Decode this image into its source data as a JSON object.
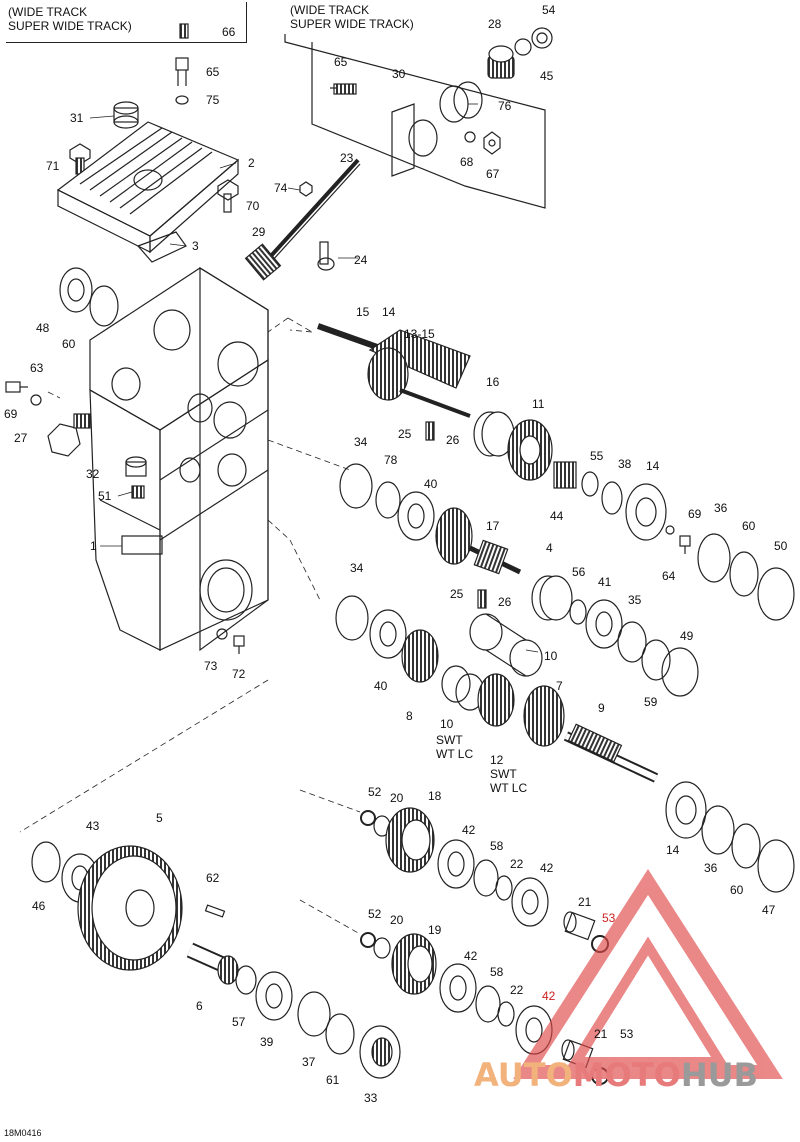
{
  "notes": {
    "wide_track_1": "(WIDE TRACK",
    "super_wide_1": "SUPER WIDE TRACK)",
    "wide_track_2": "(WIDE TRACK",
    "super_wide_2": "SUPER WIDE TRACK)",
    "swt_a": "SWT",
    "wt_lc_a": "WT LC",
    "swt_b": "SWT",
    "wt_lc_b": "WT LC"
  },
  "drawing_code": "18M0416",
  "watermark": {
    "part1": "AUTO",
    "part2": "MOTO",
    "part3": "HUB"
  },
  "colors": {
    "line": "#222222",
    "watermark_red": "#e04848",
    "watermark_orange": "#f2b27c",
    "watermark_grey": "#9a9a9a"
  },
  "callouts": [
    {
      "id": "c66",
      "text": "66"
    },
    {
      "id": "c65a",
      "text": "65"
    },
    {
      "id": "c75",
      "text": "75"
    },
    {
      "id": "c31",
      "text": "31"
    },
    {
      "id": "c71",
      "text": "71"
    },
    {
      "id": "c2",
      "text": "2"
    },
    {
      "id": "c70",
      "text": "70"
    },
    {
      "id": "c3",
      "text": "3"
    },
    {
      "id": "c28",
      "text": "28"
    },
    {
      "id": "c54",
      "text": "54"
    },
    {
      "id": "c45",
      "text": "45"
    },
    {
      "id": "c65b",
      "text": "65"
    },
    {
      "id": "c30",
      "text": "30"
    },
    {
      "id": "c76",
      "text": "76"
    },
    {
      "id": "c68",
      "text": "68"
    },
    {
      "id": "c67",
      "text": "67"
    },
    {
      "id": "c23",
      "text": "23"
    },
    {
      "id": "c74",
      "text": "74"
    },
    {
      "id": "c29",
      "text": "29"
    },
    {
      "id": "c24",
      "text": "24"
    },
    {
      "id": "c48",
      "text": "48"
    },
    {
      "id": "c60a",
      "text": "60"
    },
    {
      "id": "c63",
      "text": "63"
    },
    {
      "id": "c69a",
      "text": "69"
    },
    {
      "id": "c27",
      "text": "27"
    },
    {
      "id": "c32",
      "text": "32"
    },
    {
      "id": "c51",
      "text": "51"
    },
    {
      "id": "c1",
      "text": "1"
    },
    {
      "id": "c73",
      "text": "73"
    },
    {
      "id": "c72",
      "text": "72"
    },
    {
      "id": "c15",
      "text": "15"
    },
    {
      "id": "c14a",
      "text": "14"
    },
    {
      "id": "c1315",
      "text": "13-15"
    },
    {
      "id": "c16",
      "text": "16"
    },
    {
      "id": "c11",
      "text": "11"
    },
    {
      "id": "c25a",
      "text": "25"
    },
    {
      "id": "c26a",
      "text": "26"
    },
    {
      "id": "c34a",
      "text": "34"
    },
    {
      "id": "c78",
      "text": "78"
    },
    {
      "id": "c40a",
      "text": "40"
    },
    {
      "id": "c44",
      "text": "44"
    },
    {
      "id": "c55",
      "text": "55"
    },
    {
      "id": "c38",
      "text": "38"
    },
    {
      "id": "c14b",
      "text": "14"
    },
    {
      "id": "c17",
      "text": "17"
    },
    {
      "id": "c4",
      "text": "4"
    },
    {
      "id": "c69b",
      "text": "69"
    },
    {
      "id": "c36a",
      "text": "36"
    },
    {
      "id": "c60b",
      "text": "60"
    },
    {
      "id": "c50",
      "text": "50"
    },
    {
      "id": "c64",
      "text": "64"
    },
    {
      "id": "c34b",
      "text": "34"
    },
    {
      "id": "c25b",
      "text": "25"
    },
    {
      "id": "c26b",
      "text": "26"
    },
    {
      "id": "c56",
      "text": "56"
    },
    {
      "id": "c41",
      "text": "41"
    },
    {
      "id": "c35",
      "text": "35"
    },
    {
      "id": "c10a",
      "text": "10"
    },
    {
      "id": "c49",
      "text": "49"
    },
    {
      "id": "c40b",
      "text": "40"
    },
    {
      "id": "c59",
      "text": "59"
    },
    {
      "id": "c8",
      "text": "8"
    },
    {
      "id": "c10b",
      "text": "10"
    },
    {
      "id": "c7",
      "text": "7"
    },
    {
      "id": "c9",
      "text": "9"
    },
    {
      "id": "c12",
      "text": "12"
    },
    {
      "id": "c52a",
      "text": "52"
    },
    {
      "id": "c20a",
      "text": "20"
    },
    {
      "id": "c18",
      "text": "18"
    },
    {
      "id": "c42a",
      "text": "42"
    },
    {
      "id": "c58a",
      "text": "58"
    },
    {
      "id": "c22a",
      "text": "22"
    },
    {
      "id": "c42b",
      "text": "42"
    },
    {
      "id": "c14c",
      "text": "14"
    },
    {
      "id": "c36b",
      "text": "36"
    },
    {
      "id": "c60c",
      "text": "60"
    },
    {
      "id": "c47",
      "text": "47"
    },
    {
      "id": "c43",
      "text": "43"
    },
    {
      "id": "c5",
      "text": "5"
    },
    {
      "id": "c46",
      "text": "46"
    },
    {
      "id": "c62",
      "text": "62"
    },
    {
      "id": "c21a",
      "text": "21"
    },
    {
      "id": "c53a",
      "text": "53"
    },
    {
      "id": "c52b",
      "text": "52"
    },
    {
      "id": "c20b",
      "text": "20"
    },
    {
      "id": "c19",
      "text": "19"
    },
    {
      "id": "c42c",
      "text": "42"
    },
    {
      "id": "c58b",
      "text": "58"
    },
    {
      "id": "c22b",
      "text": "22"
    },
    {
      "id": "c42d",
      "text": "42"
    },
    {
      "id": "c6",
      "text": "6"
    },
    {
      "id": "c57",
      "text": "57"
    },
    {
      "id": "c39",
      "text": "39"
    },
    {
      "id": "c37",
      "text": "37"
    },
    {
      "id": "c61",
      "text": "61"
    },
    {
      "id": "c33",
      "text": "33"
    },
    {
      "id": "c21b",
      "text": "21"
    },
    {
      "id": "c53b",
      "text": "53"
    }
  ]
}
